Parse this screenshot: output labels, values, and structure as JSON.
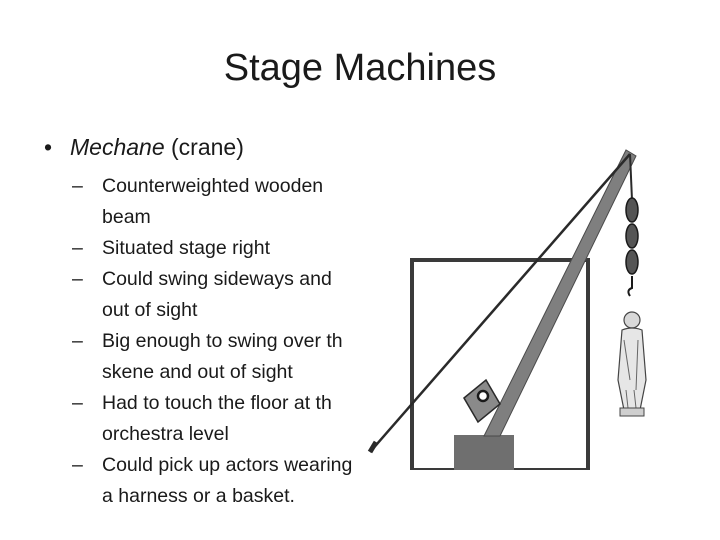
{
  "slide": {
    "title": "Stage Machines",
    "bullet": {
      "term": "Mechane",
      "rest": " (crane)"
    },
    "subitems": [
      [
        "Counterweighted wooden",
        "beam"
      ],
      [
        "Situated stage right"
      ],
      [
        "Could swing sideways and",
        "out of sight"
      ],
      [
        "Big enough to swing over th",
        "skene and out of sight"
      ],
      [
        "Had to touch the floor at th",
        "orchestra level"
      ],
      [
        "Could pick up actors wearing",
        "a harness or a basket."
      ]
    ],
    "bullet_symbol": "•",
    "dash_symbol": "–"
  },
  "colors": {
    "text": "#1a1a1a",
    "frame": "#3a3a3a",
    "beam": "#7f7f7f",
    "block": "#6f6f6f"
  }
}
